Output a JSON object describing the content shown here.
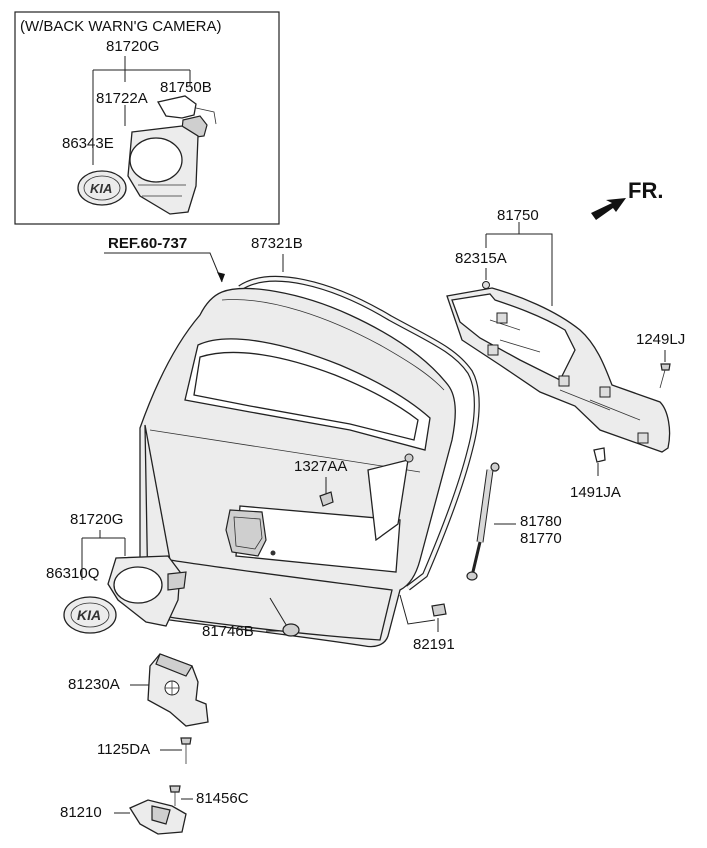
{
  "inset": {
    "title": "(W/BACK WARN'G CAMERA)",
    "parts": [
      "81720G",
      "81722A",
      "81750B",
      "86343E"
    ]
  },
  "direction_marker": "FR.",
  "reference": "REF.60-737",
  "callouts": {
    "p81750": "81750",
    "p82315A": "82315A",
    "p87321B": "87321B",
    "p1249LJ": "1249LJ",
    "p1327AA": "1327AA",
    "p1491JA": "1491JA",
    "p81720G": "81720G",
    "p81780": "81780",
    "p81770": "81770",
    "p86310Q": "86310Q",
    "p81746B": "81746B",
    "p82191": "82191",
    "p81230A": "81230A",
    "p1125DA": "1125DA",
    "p81210": "81210",
    "p81456C": "81456C"
  }
}
